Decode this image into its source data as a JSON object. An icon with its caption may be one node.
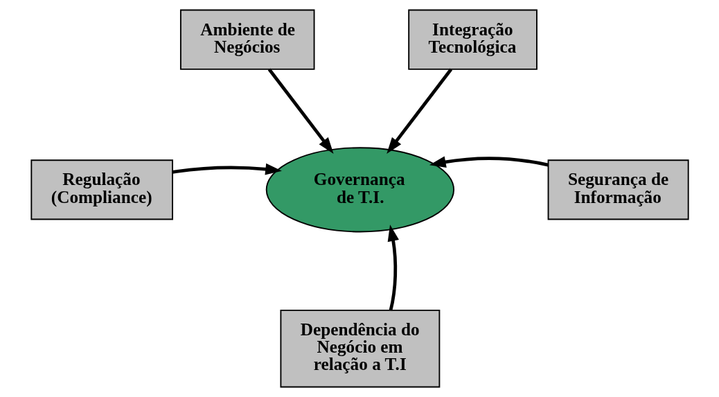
{
  "diagram": {
    "nodes": [
      {
        "text": [
          "Governança de T.I."
        ]
      },
      {
        "text": [
          "Ambiente de Negócios"
        ]
      },
      {
        "text": [
          "Integração Tecnológica"
        ]
      },
      {
        "text": [
          "Regulação (Compliance)"
        ]
      },
      {
        "text": [
          "Segurança de Informação"
        ]
      },
      {
        "text": [
          "Dependência do Negócio em relação a T.I"
        ]
      }
    ],
    "edges": [
      {
        "from": 1,
        "to": 0,
        "arrow": "to"
      },
      {
        "from": 2,
        "to": 0,
        "arrow": "to"
      },
      {
        "from": 3,
        "to": 0,
        "arrow": "to"
      },
      {
        "from": 4,
        "to": 0,
        "arrow": "to"
      },
      {
        "from": 5,
        "to": 0,
        "arrow": "to"
      }
    ]
  }
}
